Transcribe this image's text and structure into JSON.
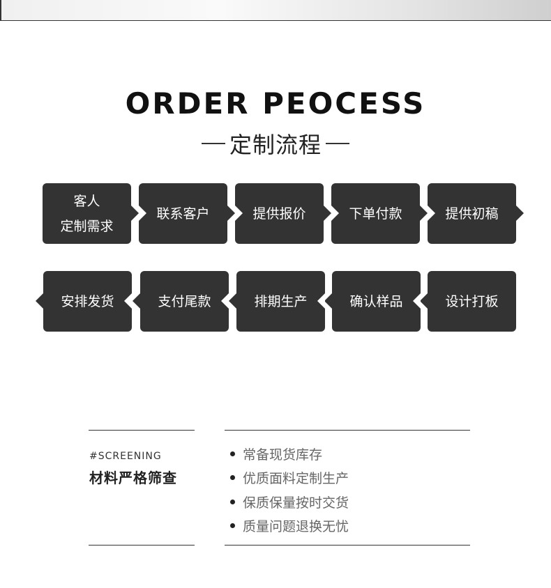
{
  "header": {
    "title": "ORDER PEOCESS",
    "subtitle": "定制流程"
  },
  "process": {
    "row1": [
      {
        "line1": "客人",
        "line2": "定制需求"
      },
      {
        "line1": "联系客户"
      },
      {
        "line1": "提供报价"
      },
      {
        "line1": "下单付款"
      },
      {
        "line1": "提供初稿"
      }
    ],
    "row2": [
      {
        "line1": "安排发货"
      },
      {
        "line1": "支付尾款"
      },
      {
        "line1": "排期生产"
      },
      {
        "line1": "确认样品"
      },
      {
        "line1": "设计打板"
      }
    ]
  },
  "screening": {
    "tag": "#SCREENING",
    "title": "材料严格筛查",
    "items": [
      "常备现货库存",
      "优质面料定制生产",
      "保质保量按时交货",
      "质量问题退换无忧"
    ]
  },
  "colors": {
    "box": "#333333",
    "text_light": "#ffffff",
    "bullet_text": "#666666"
  }
}
